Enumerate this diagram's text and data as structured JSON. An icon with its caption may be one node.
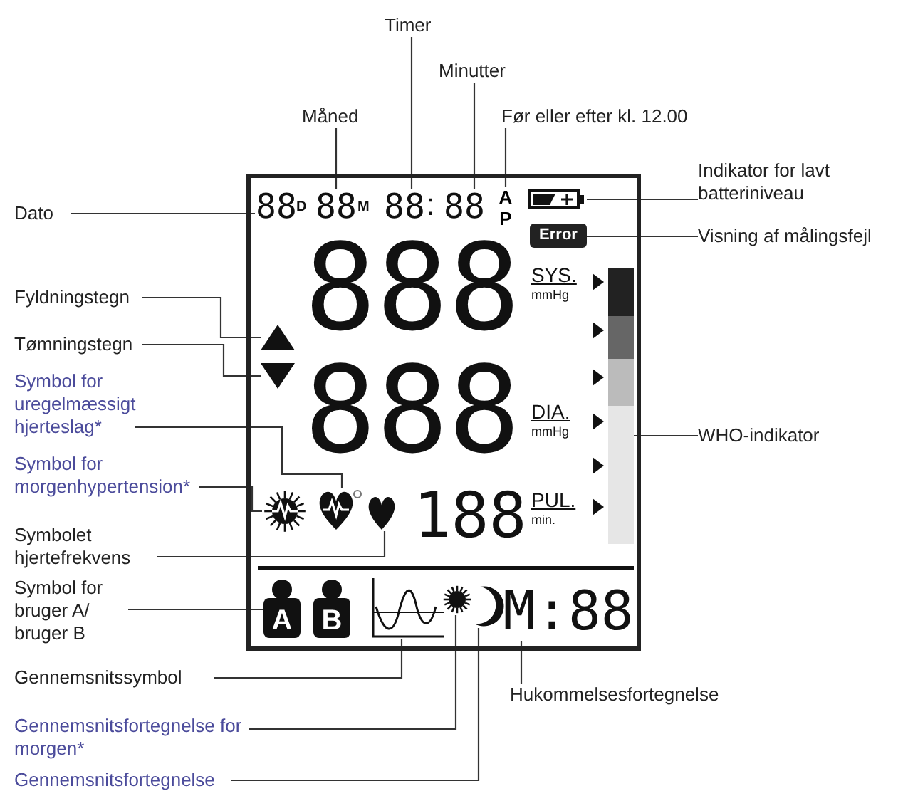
{
  "diagram": {
    "nodes": [
      {
        "text": [
          "Timer"
        ]
      },
      {
        "text": [
          "Minutter"
        ]
      },
      {
        "text": [
          "Måned"
        ]
      },
      {
        "text": [
          "Før eller efter kl. 12.00"
        ]
      },
      {
        "text": [
          "Indikator for lavt batteriniveau"
        ]
      },
      {
        "text": [
          "Dato"
        ]
      },
      {
        "text": [
          "Visning af målingsfejl"
        ]
      },
      {
        "text": [
          "Fyldningstegn"
        ]
      },
      {
        "text": [
          "Tømningstegn"
        ]
      },
      {
        "text": [
          "Symbol for uregelmæssigt hjerteslag*"
        ]
      },
      {
        "text": [
          "WHO-indikator"
        ]
      },
      {
        "text": [
          "Symbol for morgenhypertension*"
        ]
      },
      {
        "text": [
          "Symbolet hjertefrekvens"
        ]
      },
      {
        "text": [
          "Symbol for bruger A/ bruger B"
        ]
      },
      {
        "text": [
          "Gennemsnitssymbol"
        ]
      },
      {
        "text": [
          "Hukommelsesfortegnelse"
        ]
      },
      {
        "text": [
          "Gennemsnitsfortegnelse for morgen*"
        ]
      },
      {
        "text": [
          "Gennemsnitsfortegnelse"
        ]
      },
      {
        "text": [],
        "shape": "box"
      },
      {
        "text": [
          "88"
        ],
        "in": 18
      },
      {
        "text": [
          "88"
        ],
        "in": 18
      },
      {
        "text": [
          "88"
        ],
        "in": 18
      },
      {
        "text": [
          "88"
        ],
        "in": 18
      },
      {
        "text": [
          "A",
          "P"
        ],
        "in": 18
      },
      {
        "text": [],
        "shape": "battery",
        "in": 18
      },
      {
        "text": [
          "Error"
        ],
        "in": 18
      },
      {
        "text": [],
        "shape": "triangle",
        "in": 18
      },
      {
        "text": [],
        "shape": "triangle",
        "in": 18
      },
      {
        "text": [
          "888"
        ],
        "in": 18
      },
      {
        "text": [
          "888"
        ],
        "in": 18
      },
      {
        "text": [],
        "shape": "sun",
        "in": 18
      },
      {
        "text": [],
        "shape": "heart",
        "in": 18
      },
      {
        "text": [],
        "shape": "heart",
        "in": 18
      },
      {
        "text": [
          "188"
        ],
        "in": 18
      },
      {
        "text": [],
        "shape": "bar",
        "in": 18
      },
      {
        "text": [
          "A"
        ],
        "in": 18
      },
      {
        "text": [
          "B"
        ],
        "in": 18
      },
      {
        "text": [],
        "shape": "graph",
        "in": 18
      },
      {
        "text": [],
        "shape": "sun",
        "in": 18
      },
      {
        "text": [],
        "shape": "moon",
        "in": 18
      },
      {
        "text": [
          "M:88"
        ],
        "in": 18
      }
    ],
    "edges": [
      {
        "from": 0,
        "to": 21,
        "arrow": "none"
      },
      {
        "from": 1,
        "to": 22,
        "arrow": "none"
      },
      {
        "from": 2,
        "to": 20,
        "arrow": "none"
      },
      {
        "from": 3,
        "to": 23,
        "arrow": "none"
      },
      {
        "from": 4,
        "to": 24,
        "arrow": "none"
      },
      {
        "from": 5,
        "to": 19,
        "arrow": "none"
      },
      {
        "from": 6,
        "to": 25,
        "arrow": "none"
      },
      {
        "from": 7,
        "to": 26,
        "arrow": "none"
      },
      {
        "from": 8,
        "to": 27,
        "arrow": "none"
      },
      {
        "from": 9,
        "to": 31,
        "arrow": "none"
      },
      {
        "from": 10,
        "to": 34,
        "arrow": "none"
      },
      {
        "from": 11,
        "to": 30,
        "arrow": "none"
      },
      {
        "from": 12,
        "to": 32,
        "arrow": "none"
      },
      {
        "from": 13,
        "to": 35,
        "arrow": "none"
      },
      {
        "from": 14,
        "to": 37,
        "arrow": "none"
      },
      {
        "from": 15,
        "to": 40,
        "arrow": "none"
      },
      {
        "from": 16,
        "to": 38,
        "arrow": "none"
      },
      {
        "from": 17,
        "to": 39,
        "arrow": "none"
      }
    ],
    "labels": [
      "D",
      "M",
      ":",
      "SYS.",
      "mmHg",
      "DIA.",
      "mmHg",
      "PUL.",
      "min."
    ]
  }
}
